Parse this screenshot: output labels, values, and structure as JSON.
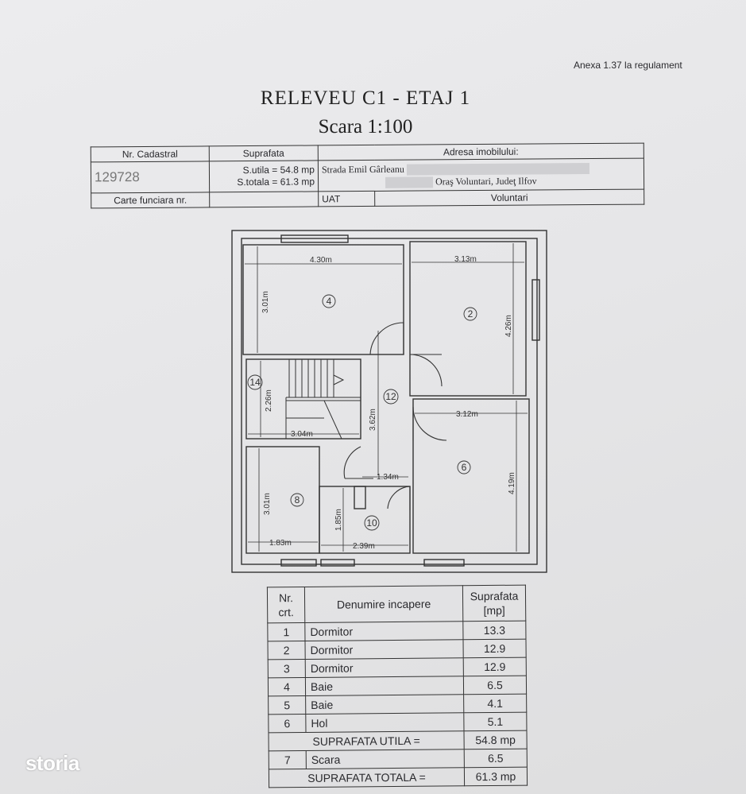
{
  "annex": "Anexa 1.37 la regulament",
  "title": "RELEVEU C1 - ETAJ 1",
  "scale": "Scara 1:100",
  "header": {
    "cadastral_label": "Nr. Cadastral",
    "cadastral_value": "129728",
    "surface_label": "Suprafata",
    "surface_useful": "S.utila = 54.8 mp",
    "surface_total": "S.totala = 61.3 mp",
    "address_label": "Adresa imobilului:",
    "address_line1": "Strada Emil Gârleanu",
    "address_line2": "Oraş Voluntari, Judeţ Ilfov",
    "land_book_label": "Carte funciara nr.",
    "uat_label": "UAT",
    "uat_value": "Voluntari"
  },
  "plan": {
    "dims": [
      "4.30m",
      "3.01m",
      "3.13m",
      "4.26m",
      "2.26m",
      "3.04m",
      "3.62m",
      "3.12m",
      "4.19m",
      "1.34m",
      "3.01m",
      "1.85m",
      "1.83m",
      "2.39m"
    ],
    "rooms": [
      "4",
      "2",
      "14",
      "12",
      "6",
      "8",
      "10"
    ]
  },
  "rooms_table": {
    "col_nr": "Nr. crt.",
    "col_name": "Denumire incapere",
    "col_area": "Suprafata [mp]",
    "rows": [
      {
        "nr": "1",
        "name": "Dormitor",
        "area": "13.3"
      },
      {
        "nr": "2",
        "name": "Dormitor",
        "area": "12.9"
      },
      {
        "nr": "3",
        "name": "Dormitor",
        "area": "12.9"
      },
      {
        "nr": "4",
        "name": "Baie",
        "area": "6.5"
      },
      {
        "nr": "5",
        "name": "Baie",
        "area": "4.1"
      },
      {
        "nr": "6",
        "name": "Hol",
        "area": "5.1"
      }
    ],
    "useful_label": "SUPRAFATA UTILA =",
    "useful_value": "54.8 mp",
    "stairs": {
      "nr": "7",
      "name": "Scara",
      "area": "6.5"
    },
    "total_label": "SUPRAFATA TOTALA =",
    "total_value": "61.3 mp"
  },
  "logo": "storia"
}
